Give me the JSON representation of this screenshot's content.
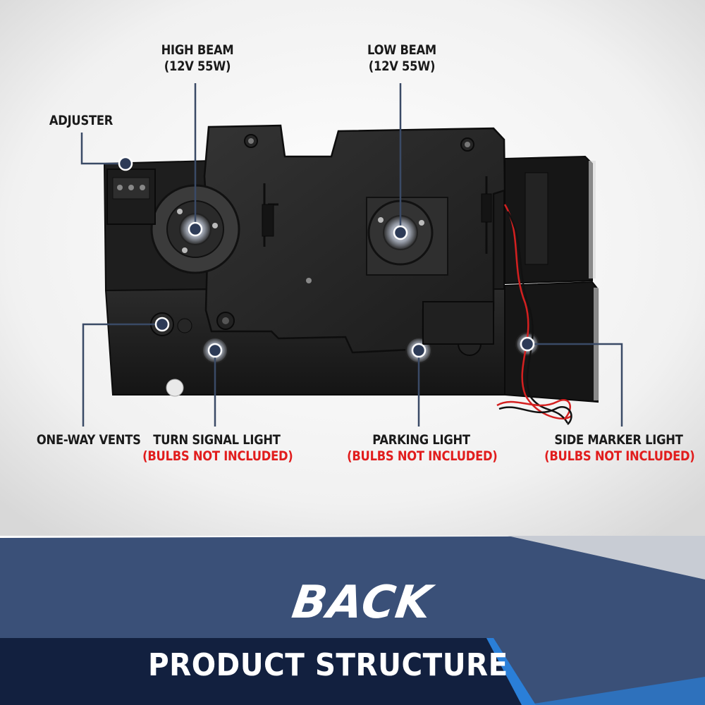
{
  "colors": {
    "label_text": "#1a1a1a",
    "warning_text": "#e11d1d",
    "callout_line": "#3a4a66",
    "banner_navy": "#3a5078",
    "banner_dark": "#12203f",
    "banner_accent": "#2a7fd8"
  },
  "callouts": {
    "high_beam": {
      "title": "HIGH BEAM",
      "spec": "(12V 55W)"
    },
    "low_beam": {
      "title": "LOW BEAM",
      "spec": "(12V 55W)"
    },
    "adjuster": {
      "title": "ADJUSTER"
    },
    "one_way_vents": {
      "title": "ONE-WAY VENTS"
    },
    "turn_signal": {
      "title": "TURN SIGNAL LIGHT",
      "note": "(BULBS NOT INCLUDED)"
    },
    "parking_light": {
      "title": "PARKING LIGHT",
      "note": "(BULBS NOT INCLUDED)"
    },
    "side_marker": {
      "title": "SIDE MARKER LIGHT",
      "note": "(BULBS NOT INCLUDED)"
    }
  },
  "banner": {
    "title": "BACK",
    "subtitle": "PRODUCT STRUCTURE"
  }
}
